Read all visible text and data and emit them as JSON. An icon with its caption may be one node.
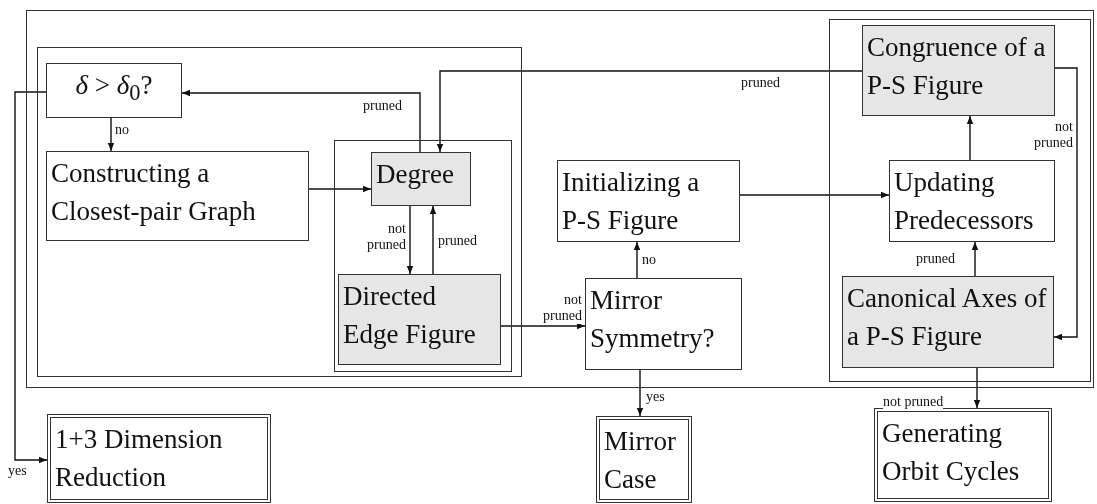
{
  "diagram": {
    "nodes": [
      {
        "text": [],
        "shape": "box"
      },
      {
        "text": [],
        "shape": "box",
        "in": 0
      },
      {
        "text": [
          "*δ* > *δ*$_{0}$?"
        ],
        "in": 1
      },
      {
        "text": [
          "Constructing a Closest-pair Graph"
        ],
        "in": 1
      },
      {
        "text": [],
        "shape": "box",
        "in": 1
      },
      {
        "text": [
          "Degree"
        ],
        "in": 4
      },
      {
        "text": [
          "Directed Edge Figure"
        ],
        "in": 4
      },
      {
        "text": [
          "Initializing a P-S Figure"
        ],
        "in": 0
      },
      {
        "text": [
          "Mirror Symmetry?"
        ],
        "in": 0
      },
      {
        "text": [],
        "shape": "box",
        "in": 0
      },
      {
        "text": [
          "Congruence of a P-S Figure"
        ],
        "in": 9
      },
      {
        "text": [
          "Updating Predecessors"
        ],
        "in": 9
      },
      {
        "text": [
          "Canonical Axes of a P-S Figure"
        ],
        "in": 9
      },
      {
        "text": [
          "1+3 Dimension Reduction"
        ]
      },
      {
        "text": [
          "Mirror Case"
        ]
      },
      {
        "text": [
          "Generating Orbit Cycles"
        ]
      }
    ],
    "edges": [
      {
        "from": 2,
        "to": 3,
        "arrow": "to",
        "label": "no"
      },
      {
        "from": 3,
        "to": 5,
        "arrow": "to"
      },
      {
        "from": 5,
        "to": 2,
        "arrow": "to",
        "label": "pruned"
      },
      {
        "from": 5,
        "to": 6,
        "arrow": "to",
        "label": "not pruned"
      },
      {
        "from": 6,
        "to": 5,
        "arrow": "to",
        "label": "pruned"
      },
      {
        "from": 6,
        "to": 8,
        "arrow": "to",
        "label": "not pruned"
      },
      {
        "from": 8,
        "to": 7,
        "arrow": "to",
        "label": "no"
      },
      {
        "from": 8,
        "to": 14,
        "arrow": "to",
        "label": "yes"
      },
      {
        "from": 7,
        "to": 11,
        "arrow": "to"
      },
      {
        "from": 11,
        "to": 10,
        "arrow": "to"
      },
      {
        "from": 12,
        "to": 11,
        "arrow": "to",
        "label": "pruned"
      },
      {
        "from": 10,
        "to": 12,
        "arrow": "to",
        "label": "not pruned"
      },
      {
        "from": 10,
        "to": 5,
        "arrow": "to",
        "label": "pruned"
      },
      {
        "from": 12,
        "to": 15,
        "arrow": "to",
        "label": "not pruned"
      },
      {
        "from": 2,
        "to": 13,
        "arrow": "to",
        "label": "yes"
      }
    ]
  }
}
